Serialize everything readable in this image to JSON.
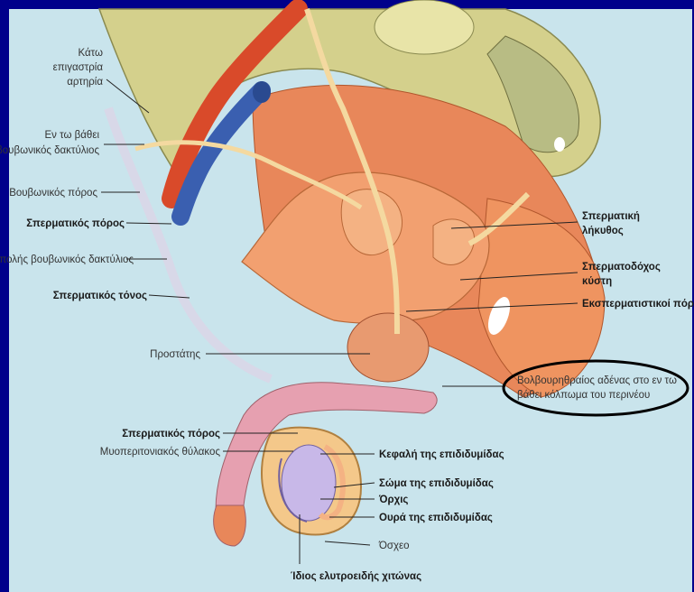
{
  "labels": {
    "kato_epigastria": [
      "Κάτω",
      "επιγαστρία",
      "αρτηρία"
    ],
    "en_to_vathei": [
      "Εν τω βάθει",
      "βουβωνικός δακτύλιος"
    ],
    "vouvonikos_poros": "Βουβωνικός πόρος",
    "spermatikos_poros_1": "Σπερματικός πόρος",
    "epipolis": "Επιπολής βουβωνικός δακτύλιος",
    "spermatikos_tonos": "Σπερματικός τόνος",
    "prostatis": "Προστάτης",
    "spermatikos_poros_2": "Σπερματικός πόρος",
    "myoperitoniakos": "Μυοπεριτονιακός θύλακος",
    "spermatiki_likythos": [
      "Σπερματική",
      "λήκυθος"
    ],
    "spermatodochos": [
      "Σπερματοδόχος",
      "κύστη"
    ],
    "ekspermatistikoi": "Εκσπερματιστικοί πόροι",
    "volvourethraios": [
      "Βολβουρηθραίος αδένας στο εν τω",
      "βάθει κόλπωμα του περινέου"
    ],
    "kefali": "Κεφαλή της επιδιδυμίδας",
    "soma": "Σώμα της επιδιδυμίδας",
    "orchis": "Όρχις",
    "oura": "Ουρά της επιδιδυμίδας",
    "osxeo": "Όσχεο",
    "idios": "Ίδιος ελυτροειδής χιτώνας"
  },
  "colors": {
    "frame": "#00008b",
    "background": "#c9e4ec",
    "bone": "#d4d08c",
    "muscle": "#e8875a",
    "bladder": "#f2a070",
    "artery": "#d94a2a",
    "vein": "#3a5fb0",
    "duct": "#f4d9a0",
    "testis": "#c8b8e8",
    "penis": "#e6a0b0",
    "highlight_ring": "#000000"
  }
}
